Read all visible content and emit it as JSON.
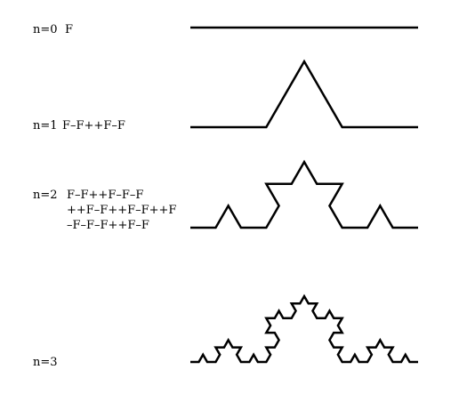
{
  "stages": [
    {
      "n_label": "n=0",
      "rule_lines": [
        "F"
      ],
      "iterations": 0
    },
    {
      "n_label": "n=1",
      "rule_lines": [
        "F–F++F–F"
      ],
      "iterations": 1
    },
    {
      "n_label": "n=2",
      "rule_lines": [
        "F–F++F–F–F",
        "++F–F++F–F++F",
        "–F–F–F++F–F"
      ],
      "iterations": 2
    },
    {
      "n_label": "n=3",
      "rule_lines": [],
      "iterations": 3
    }
  ],
  "colors": {
    "curve": "#000000",
    "background": "#ffffff"
  }
}
